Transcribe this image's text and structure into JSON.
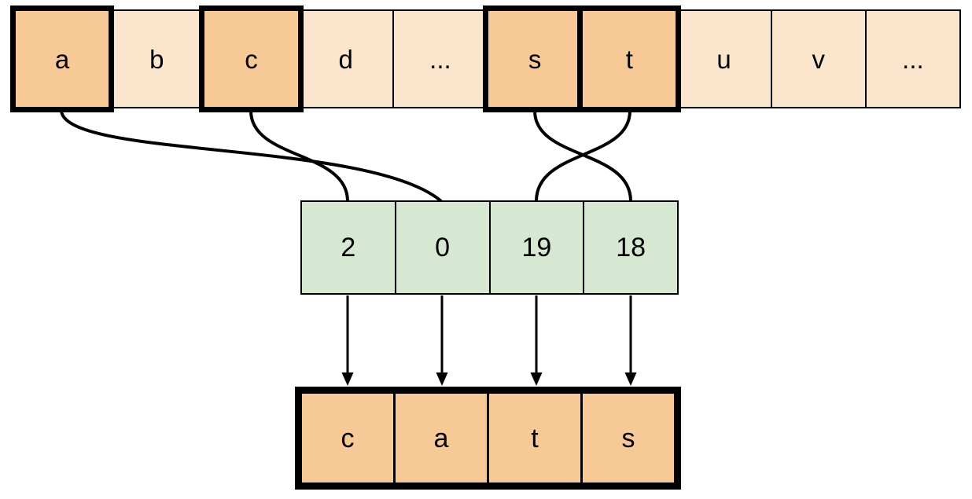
{
  "alphabet_row": {
    "cells": [
      {
        "label": "a",
        "highlighted": true
      },
      {
        "label": "b",
        "highlighted": false
      },
      {
        "label": "c",
        "highlighted": true
      },
      {
        "label": "d",
        "highlighted": false
      },
      {
        "label": "...",
        "highlighted": false
      },
      {
        "label": "s",
        "highlighted": true
      },
      {
        "label": "t",
        "highlighted": true
      },
      {
        "label": "u",
        "highlighted": false
      },
      {
        "label": "v",
        "highlighted": false
      },
      {
        "label": "...",
        "highlighted": false
      }
    ]
  },
  "index_row": {
    "cells": [
      {
        "label": "2"
      },
      {
        "label": "0"
      },
      {
        "label": "19"
      },
      {
        "label": "18"
      }
    ]
  },
  "word_row": {
    "cells": [
      {
        "label": "c"
      },
      {
        "label": "a"
      },
      {
        "label": "t"
      },
      {
        "label": "s"
      }
    ]
  },
  "mappings": [
    {
      "letter": "c",
      "index": "2"
    },
    {
      "letter": "a",
      "index": "0"
    },
    {
      "letter": "t",
      "index": "19"
    },
    {
      "letter": "s",
      "index": "18"
    }
  ],
  "word": "cats",
  "colors": {
    "highlight_fill": "#f7c997",
    "plain_fill": "#fbe6cd",
    "index_fill": "#d6e8d1",
    "stroke": "#000000",
    "background": "#ffffff"
  }
}
